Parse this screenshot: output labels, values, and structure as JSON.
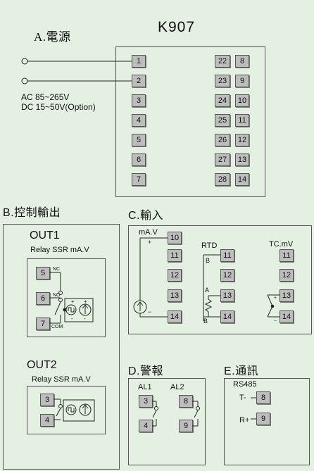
{
  "model": "K907",
  "sections": {
    "power": {
      "title": "A.電源",
      "spec_ac": "AC 85~265V",
      "spec_dc": "DC 15~50V(Option)"
    },
    "control": {
      "title": "B.控制輸出",
      "out1": "OUT1",
      "out2": "OUT2",
      "types1": "Relay SSR mA.V",
      "types2": "Relay SSR mA.V",
      "nc": "NC",
      "no": "NO",
      "com": "COM"
    },
    "input": {
      "title": "C.輸入",
      "mav": "mA.V",
      "rtd": "RTD",
      "tc": "TC.mV",
      "b1": "B",
      "a": "A",
      "b2": "B"
    },
    "alarm": {
      "title": "D.警報",
      "al1": "AL1",
      "al2": "AL2"
    },
    "comm": {
      "title": "E.通訊",
      "rs485": "RS485",
      "t_minus": "T-",
      "r_plus": "R+"
    }
  },
  "terminals": {
    "main_left": [
      "1",
      "2",
      "3",
      "4",
      "5",
      "6",
      "7"
    ],
    "main_mid": [
      "22",
      "23",
      "24",
      "25",
      "26",
      "27",
      "28"
    ],
    "main_right": [
      "8",
      "9",
      "10",
      "11",
      "12",
      "13",
      "14"
    ],
    "out1": [
      "5",
      "6",
      "7"
    ],
    "out2": [
      "3",
      "4"
    ],
    "input_mav": [
      "10",
      "11",
      "12",
      "13",
      "14"
    ],
    "input_rtd": [
      "11",
      "12",
      "13",
      "14"
    ],
    "input_tc": [
      "11",
      "12",
      "13",
      "14"
    ],
    "alarm": [
      "3",
      "4",
      "8",
      "9"
    ],
    "comm": [
      "8",
      "9"
    ]
  }
}
